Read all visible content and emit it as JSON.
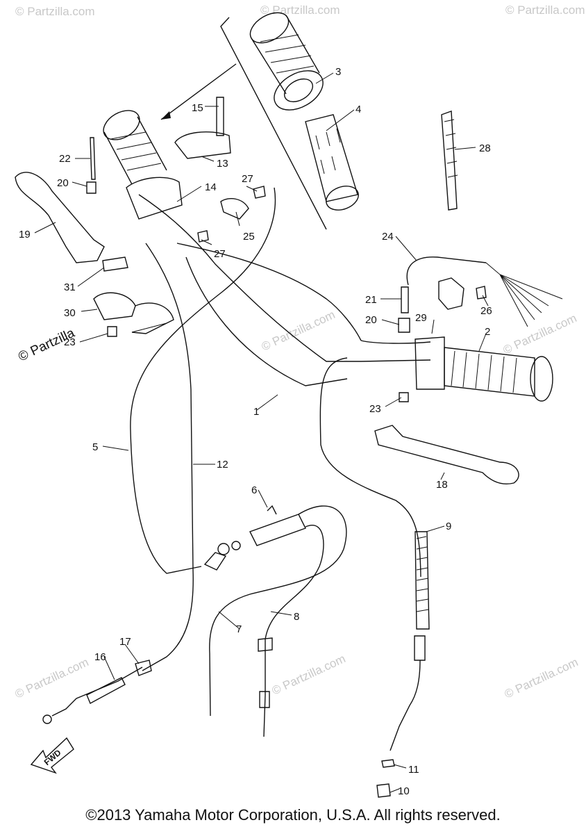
{
  "watermark": "© Partzilla.com",
  "watermark_dark": "© Partzilla",
  "fwd_label": "FWD",
  "copyright": "©2013 Yamaha Motor Corporation, U.S.A. All rights reserved.",
  "labels": {
    "l1": "1",
    "l2": "2",
    "l3": "3",
    "l4": "4",
    "l5": "5",
    "l6": "6",
    "l7": "7",
    "l8": "8",
    "l9": "9",
    "l10": "10",
    "l11": "11",
    "l12": "12",
    "l13": "13",
    "l14": "14",
    "l15": "15",
    "l16": "16",
    "l17": "17",
    "l18": "18",
    "l19": "19",
    "l20a": "20",
    "l20b": "20",
    "l21": "21",
    "l22": "22",
    "l23a": "23",
    "l23b": "23",
    "l24": "24",
    "l25": "25",
    "l26": "26",
    "l27a": "27",
    "l27b": "27",
    "l28": "28",
    "l29": "29",
    "l30": "30",
    "l31": "31"
  }
}
